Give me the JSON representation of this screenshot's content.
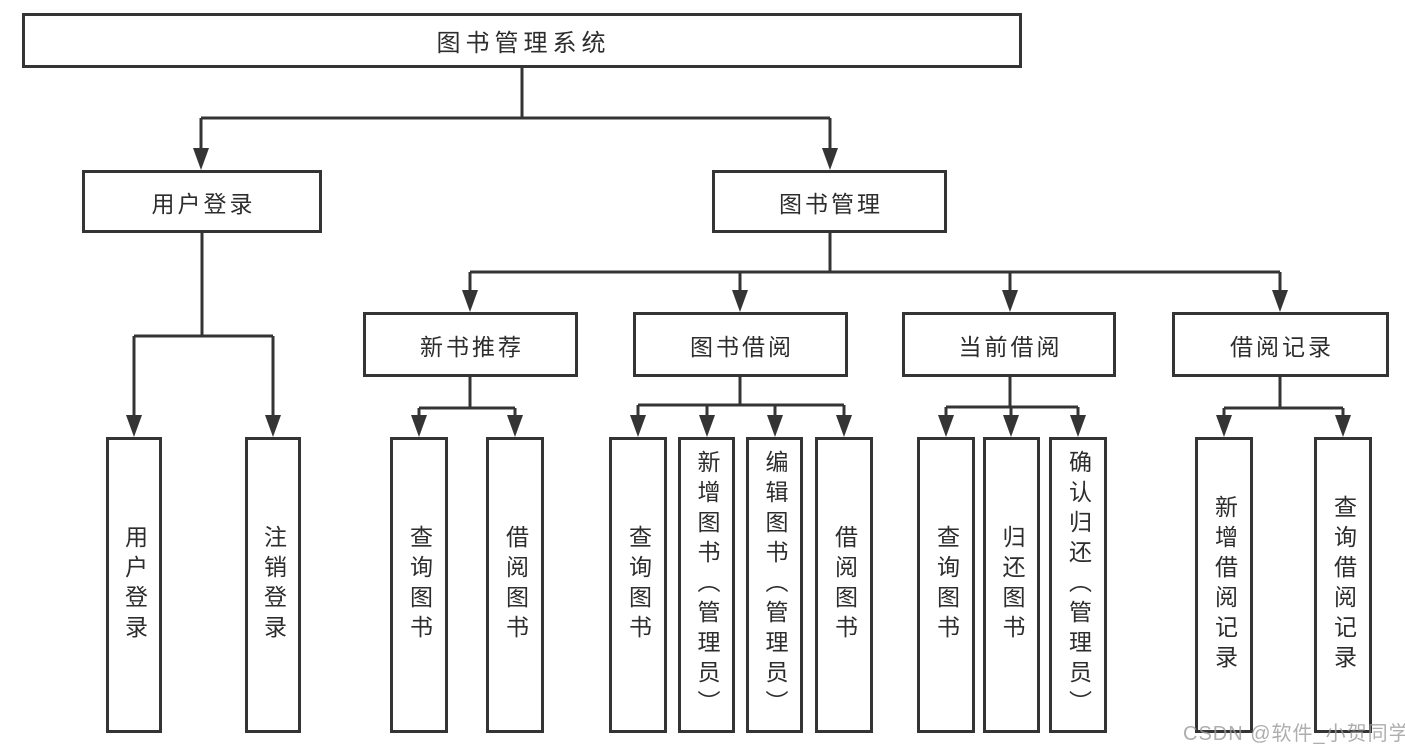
{
  "diagram": {
    "line_color": "#343434",
    "text_color": "#2d2d2d",
    "background_color": "#ffffff",
    "nodes": {
      "root": {
        "label": "图书管理系统"
      },
      "login": {
        "label": "用户登录"
      },
      "mgmt": {
        "label": "图书管理"
      },
      "rec": {
        "label": "新书推荐"
      },
      "borrow": {
        "label": "图书借阅"
      },
      "current": {
        "label": "当前借阅"
      },
      "records": {
        "label": "借阅记录"
      },
      "login_user": {
        "label": "用户登录"
      },
      "login_logout": {
        "label": "注销登录"
      },
      "rec_query": {
        "label": "查询图书"
      },
      "rec_borrow": {
        "label": "借阅图书"
      },
      "borrow_query": {
        "label": "查询图书"
      },
      "borrow_add": {
        "label": "新增图书（管理员）"
      },
      "borrow_edit": {
        "label": "编辑图书（管理员）"
      },
      "borrow_borrow": {
        "label": "借阅图书"
      },
      "current_query": {
        "label": "查询图书"
      },
      "current_return": {
        "label": "归还图书"
      },
      "current_confirm": {
        "label": "确认归还（管理员）"
      },
      "records_add": {
        "label": "新增借阅记录"
      },
      "records_query": {
        "label": "查询借阅记录"
      }
    },
    "watermark": "CSDN @软件_小贺同学"
  }
}
